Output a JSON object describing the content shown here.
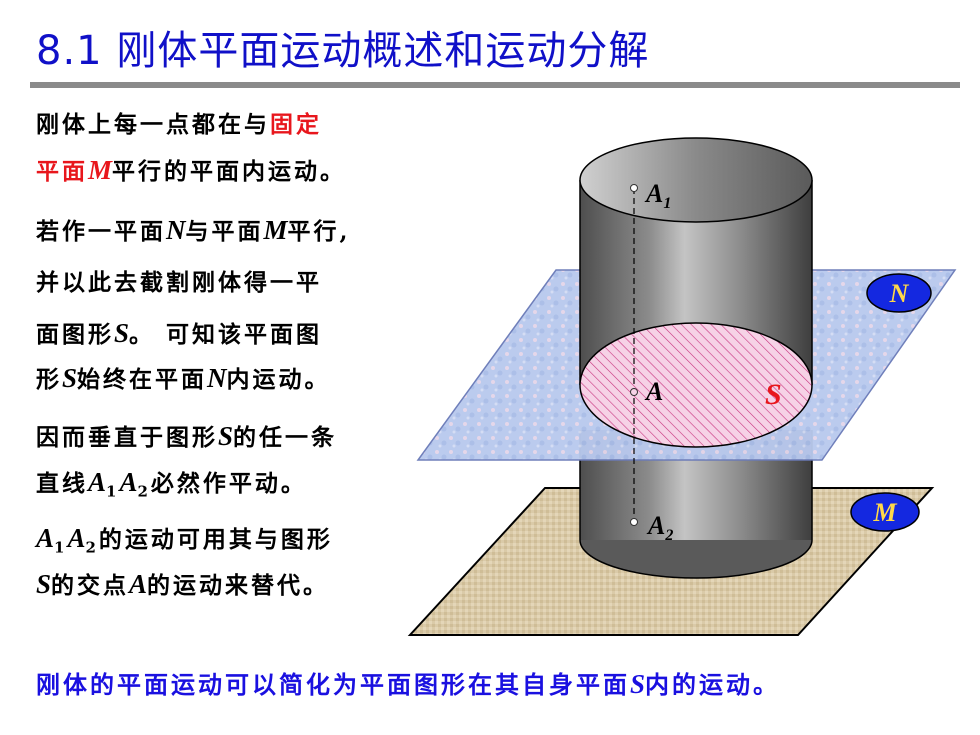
{
  "title": "8.1 刚体平面运动概述和运动分解",
  "text": {
    "p1_line1_a": "刚体上每一点都在与",
    "p1_line1_red": "固定",
    "p1_line2_red": "平面",
    "p1_line2_M": "M",
    "p1_line2_b": "平行的平面内运动。",
    "p2_line1_a": "若作一平面",
    "p2_line1_N": "N",
    "p2_line1_b": "与平面",
    "p2_line1_M": "M",
    "p2_line1_c": "平行,",
    "p2_line2": "并以此去截割刚体得一平",
    "p2_line3_a": "面图形",
    "p2_line3_S": "S",
    "p2_line3_b": "。 可知该平面图",
    "p2_line4_a": "形",
    "p2_line4_S": "S",
    "p2_line4_b": "始终在平面",
    "p2_line4_N": "N",
    "p2_line4_c": "内运动。",
    "p3_line1_a": "因而垂直于图形",
    "p3_line1_S": "S",
    "p3_line1_b": "的任一条",
    "p3_line2_a": "直线",
    "p3_A": "A",
    "p3_sub1": "1",
    "p3_sub2": "2",
    "p3_line2_b": "必然作平动。",
    "p4_line1_b": "的运动可用其与图形",
    "p4_line2_S": "S",
    "p4_line2_a": "的交点",
    "p4_line2_A": "A",
    "p4_line2_b": "的运动来替代。"
  },
  "figure": {
    "label_A1": "A",
    "label_A1_sub": "1",
    "label_A": "A",
    "label_A2": "A",
    "label_A2_sub": "2",
    "label_S": "S",
    "label_N": "N",
    "label_M": "M"
  },
  "conclusion": {
    "a": "刚体的平面运动可以简化为平面图形在其自身平面",
    "S": "S",
    "b": "内的运动。"
  },
  "colors": {
    "title": "#1010c8",
    "emphasis_red": "#e8161c",
    "conclusion": "#1a10e0",
    "plane_N": "#b8c8ee",
    "plane_M": "#d9c8a6",
    "badge": "#1428e0"
  }
}
